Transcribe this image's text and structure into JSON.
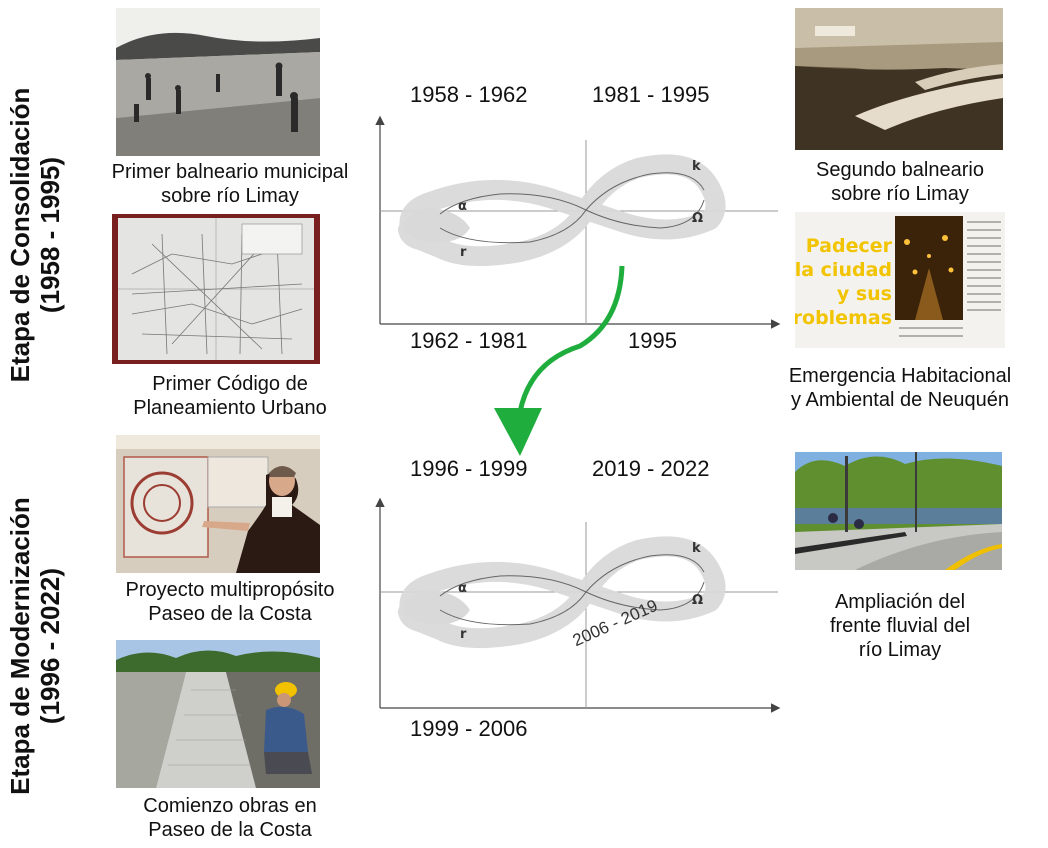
{
  "stages": {
    "consolidation": {
      "title_line1": "Etapa de Consolidación",
      "title_line2": "(1958 - 1995)"
    },
    "modernization": {
      "title_line1": "Etapa de Modernización",
      "title_line2": "(1996 - 2022)"
    }
  },
  "captions": {
    "primer_balneario": {
      "line1": "Primer balneario municipal",
      "line2": "sobre río Limay"
    },
    "primer_codigo": {
      "line1": "Primer Código de",
      "line2": "Planeamiento Urbano"
    },
    "segundo_balneario": {
      "line1": "Segundo balneario",
      "line2": "sobre río Limay"
    },
    "emergencia": {
      "line1": "Emergencia Habitacional",
      "line2": "y Ambiental de Neuquén"
    },
    "proyecto": {
      "line1": "Proyecto multipropósito",
      "line2": "Paseo de la Costa"
    },
    "comienzo": {
      "line1": "Comienzo obras en",
      "line2": "Paseo de la Costa"
    },
    "ampliacion": {
      "line1": "Ampliación del",
      "line2": "frente fluvial del",
      "line3": "río Limay"
    }
  },
  "cycle1": {
    "top_left": "1958 - 1962",
    "top_right": "1981 - 1995",
    "bottom_left": "1962 - 1981",
    "bottom_right": "1995"
  },
  "cycle2": {
    "top_left": "1996 - 1999",
    "top_right": "2019 - 2022",
    "bottom_left": "1999 - 2006",
    "center_diagonal": "2006 - 2019"
  },
  "phase_letters": {
    "alpha": "α",
    "r": "r",
    "k": "k",
    "omega": "Ω"
  },
  "newspaper": {
    "headline_1": "Padecer",
    "headline_2": "la ciudad",
    "headline_3": "y sus",
    "headline_4": "problemas"
  },
  "colors": {
    "transition_arrow": "#1fae3d",
    "headline": "#f2c400",
    "band": "#d9d9d9"
  }
}
